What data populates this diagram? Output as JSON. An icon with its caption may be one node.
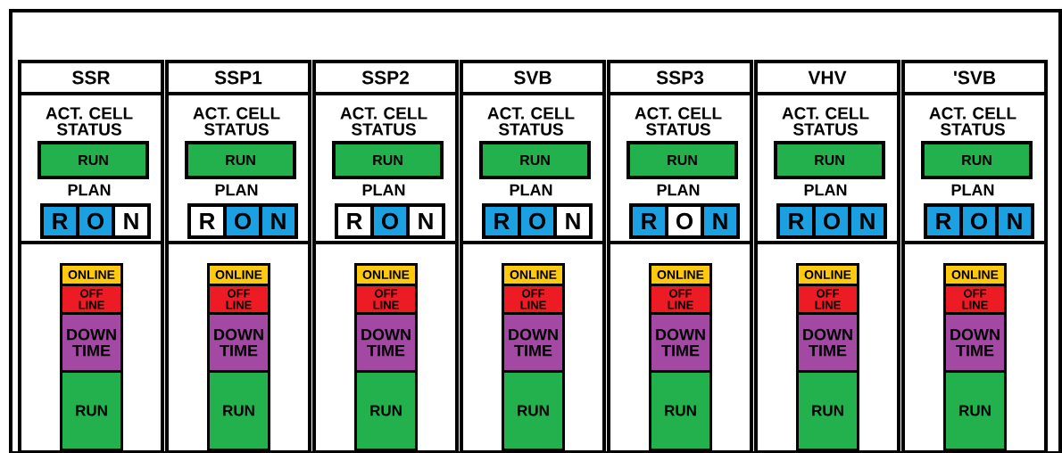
{
  "diagram": {
    "nodes": [
      {
        "text": [],
        "shape": "box"
      },
      {
        "text": [
          "SSR"
        ],
        "in": 0
      },
      {
        "text": [
          "ACT. CELL STATUS",
          "PLAN"
        ],
        "in": 0
      },
      {
        "text": [
          "RUN"
        ],
        "in": 2
      },
      {
        "text": [
          "R"
        ],
        "in": 2
      },
      {
        "text": [
          "O"
        ],
        "in": 2
      },
      {
        "text": [
          "N"
        ],
        "in": 2
      },
      {
        "text": [],
        "shape": "box",
        "in": 0
      },
      {
        "text": [
          "ONLINE"
        ],
        "in": 7
      },
      {
        "text": [
          "OFF LINE"
        ],
        "in": 7
      },
      {
        "text": [
          "DOWN TIME"
        ],
        "in": 7
      },
      {
        "text": [
          "RUN"
        ],
        "in": 7
      },
      {
        "text": [
          "SSP1"
        ],
        "in": 0
      },
      {
        "text": [
          "ACT. CELL STATUS",
          "PLAN"
        ],
        "in": 0
      },
      {
        "text": [
          "RUN"
        ],
        "in": 13
      },
      {
        "text": [
          "R"
        ],
        "in": 13
      },
      {
        "text": [
          "O"
        ],
        "in": 13
      },
      {
        "text": [
          "N"
        ],
        "in": 13
      },
      {
        "text": [],
        "shape": "box",
        "in": 0
      },
      {
        "text": [
          "ONLINE"
        ],
        "in": 18
      },
      {
        "text": [
          "OFF LINE"
        ],
        "in": 18
      },
      {
        "text": [
          "DOWN TIME"
        ],
        "in": 18
      },
      {
        "text": [
          "RUN"
        ],
        "in": 18
      },
      {
        "text": [
          "SSP2"
        ],
        "in": 0
      },
      {
        "text": [
          "ACT. CELL STATUS",
          "PLAN"
        ],
        "in": 0
      },
      {
        "text": [
          "RUN"
        ],
        "in": 24
      },
      {
        "text": [
          "R"
        ],
        "in": 24
      },
      {
        "text": [
          "O"
        ],
        "in": 24
      },
      {
        "text": [
          "N"
        ],
        "in": 24
      },
      {
        "text": [],
        "shape": "box",
        "in": 0
      },
      {
        "text": [
          "ONLINE"
        ],
        "in": 29
      },
      {
        "text": [
          "OFF LINE"
        ],
        "in": 29
      },
      {
        "text": [
          "DOWN TIME"
        ],
        "in": 29
      },
      {
        "text": [
          "RUN"
        ],
        "in": 29
      },
      {
        "text": [
          "SVB"
        ],
        "in": 0
      },
      {
        "text": [
          "ACT. CELL STATUS",
          "PLAN"
        ],
        "in": 0
      },
      {
        "text": [
          "RUN"
        ],
        "in": 35
      },
      {
        "text": [
          "R"
        ],
        "in": 35
      },
      {
        "text": [
          "O"
        ],
        "in": 35
      },
      {
        "text": [
          "N"
        ],
        "in": 35
      },
      {
        "text": [],
        "shape": "box",
        "in": 0
      },
      {
        "text": [
          "ONLINE"
        ],
        "in": 40
      },
      {
        "text": [
          "OFF LINE"
        ],
        "in": 40
      },
      {
        "text": [
          "DOWN TIME"
        ],
        "in": 40
      },
      {
        "text": [
          "RUN"
        ],
        "in": 40
      },
      {
        "text": [
          "SSP3"
        ],
        "in": 0
      },
      {
        "text": [
          "ACT. CELL STATUS",
          "PLAN"
        ],
        "in": 0
      },
      {
        "text": [
          "RUN"
        ],
        "in": 46
      },
      {
        "text": [
          "R"
        ],
        "in": 46
      },
      {
        "text": [
          "O"
        ],
        "in": 46
      },
      {
        "text": [
          "N"
        ],
        "in": 46
      },
      {
        "text": [],
        "shape": "box",
        "in": 0
      },
      {
        "text": [
          "ONLINE"
        ],
        "in": 51
      },
      {
        "text": [
          "OFF LINE"
        ],
        "in": 51
      },
      {
        "text": [
          "DOWN TIME"
        ],
        "in": 51
      },
      {
        "text": [
          "RUN"
        ],
        "in": 51
      },
      {
        "text": [
          "VHV"
        ],
        "in": 0
      },
      {
        "text": [
          "ACT. CELL STATUS",
          "PLAN"
        ],
        "in": 0
      },
      {
        "text": [
          "RUN"
        ],
        "in": 57
      },
      {
        "text": [
          "R"
        ],
        "in": 57
      },
      {
        "text": [
          "O"
        ],
        "in": 57
      },
      {
        "text": [
          "N"
        ],
        "in": 57
      },
      {
        "text": [],
        "shape": "box",
        "in": 0
      },
      {
        "text": [
          "ONLINE"
        ],
        "in": 62
      },
      {
        "text": [
          "OFF LINE"
        ],
        "in": 62
      },
      {
        "text": [
          "DOWN TIME"
        ],
        "in": 62
      },
      {
        "text": [
          "RUN"
        ],
        "in": 62
      },
      {
        "text": [
          "'SVB"
        ],
        "in": 0
      },
      {
        "text": [
          "ACT. CELL STATUS",
          "PLAN"
        ],
        "in": 0
      },
      {
        "text": [
          "RUN"
        ],
        "in": 68
      },
      {
        "text": [
          "R"
        ],
        "in": 68
      },
      {
        "text": [
          "O"
        ],
        "in": 68
      },
      {
        "text": [
          "N"
        ],
        "in": 68
      },
      {
        "text": [],
        "shape": "box",
        "in": 0
      },
      {
        "text": [
          "ONLINE"
        ],
        "in": 73
      },
      {
        "text": [
          "OFF LINE"
        ],
        "in": 73
      },
      {
        "text": [
          "DOWN TIME"
        ],
        "in": 73
      },
      {
        "text": [
          "RUN"
        ],
        "in": 73
      }
    ]
  }
}
